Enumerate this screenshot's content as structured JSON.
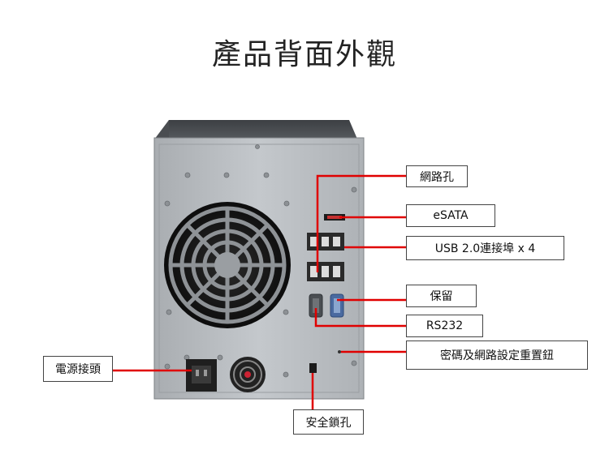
{
  "title": "產品背面外觀",
  "labels": {
    "network_port": "網路孔",
    "esata": "eSATA",
    "usb": "USB  2.0連接埠  x 4",
    "reserved": "保留",
    "rs232": "RS232",
    "reset_button": "密碼及網路設定重置鈕",
    "power_connector": "電源接頭",
    "security_lock": "安全鎖孔"
  },
  "colors": {
    "callout_line": "#e00000",
    "chassis": "#b8bcc0",
    "chassis_top": "#55585c"
  }
}
